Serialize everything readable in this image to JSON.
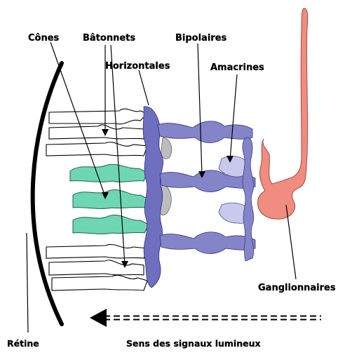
{
  "labels": {
    "cones": "Cônes",
    "rods": "Bâtonnets",
    "bipolars": "Bipolaires",
    "horizontals": "Horizontales",
    "amacrines": "Amacrines",
    "ganglions": "Ganglionnaires",
    "retina": "Rétine",
    "signal_direction": "Sens des signaux lumineux"
  },
  "colors": {
    "cone": "#6fd6b4",
    "rod": "#ffffff",
    "horizontal": "#6f6fc0",
    "bipolar": "#8484c8",
    "amacrine": "#c9c9ee",
    "ganglion": "#f08c80",
    "glia": "#bdbdbd",
    "line": "#000000"
  }
}
